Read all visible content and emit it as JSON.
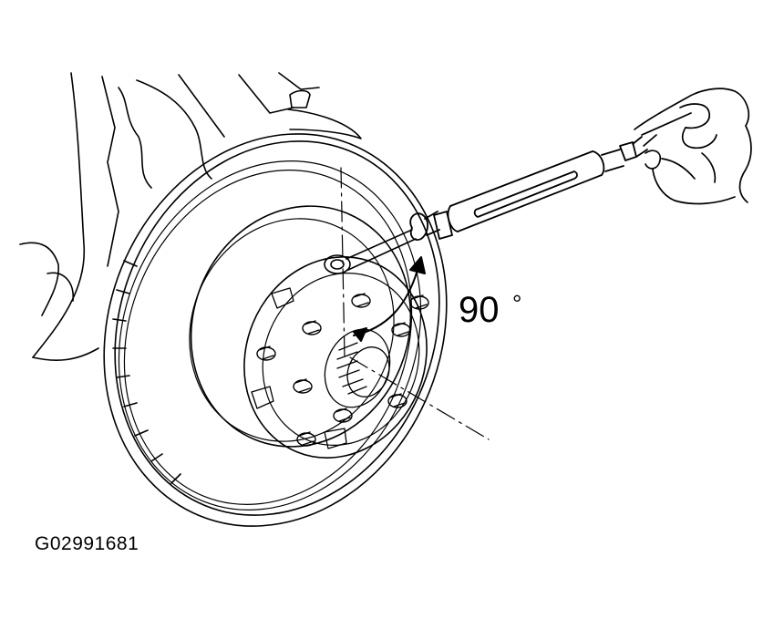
{
  "illustration": {
    "angle_value": "90",
    "angle_unit": "°",
    "figure_code": "G02991681",
    "line_color": "#000000",
    "background_color": "#ffffff"
  },
  "icons": {
    "rotor": "brake-disc-rotor-drawing",
    "gauge": "spring-tension-gauge-drawing",
    "hand": "hand-drawing"
  }
}
